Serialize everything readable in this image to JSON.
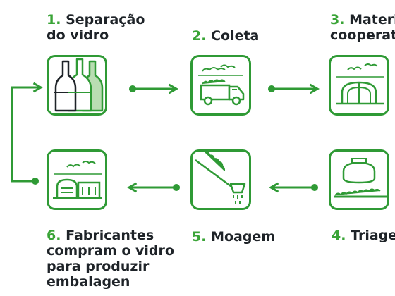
{
  "colors": {
    "accent": "#2f9a35",
    "number": "#3aa437",
    "text": "#1e2328",
    "light": "#b9ddb2"
  },
  "steps": [
    {
      "num": "1.",
      "title": "Separação\ndo vidro",
      "icon": "glass-bottles-icon"
    },
    {
      "num": "2.",
      "title": "Coleta",
      "icon": "collection-truck-icon"
    },
    {
      "num": "3.",
      "title": "Materi\ncooperat",
      "icon": "cooperative-greenhouse-icon"
    },
    {
      "num": "4.",
      "title": "Triager",
      "icon": "sorting-machine-icon"
    },
    {
      "num": "5.",
      "title": "Moagem",
      "icon": "grinding-hopper-icon"
    },
    {
      "num": "6.",
      "title": "Fabricantes\ncompram o vidro\npara produzir\nembalagen",
      "icon": "factory-icon"
    }
  ]
}
